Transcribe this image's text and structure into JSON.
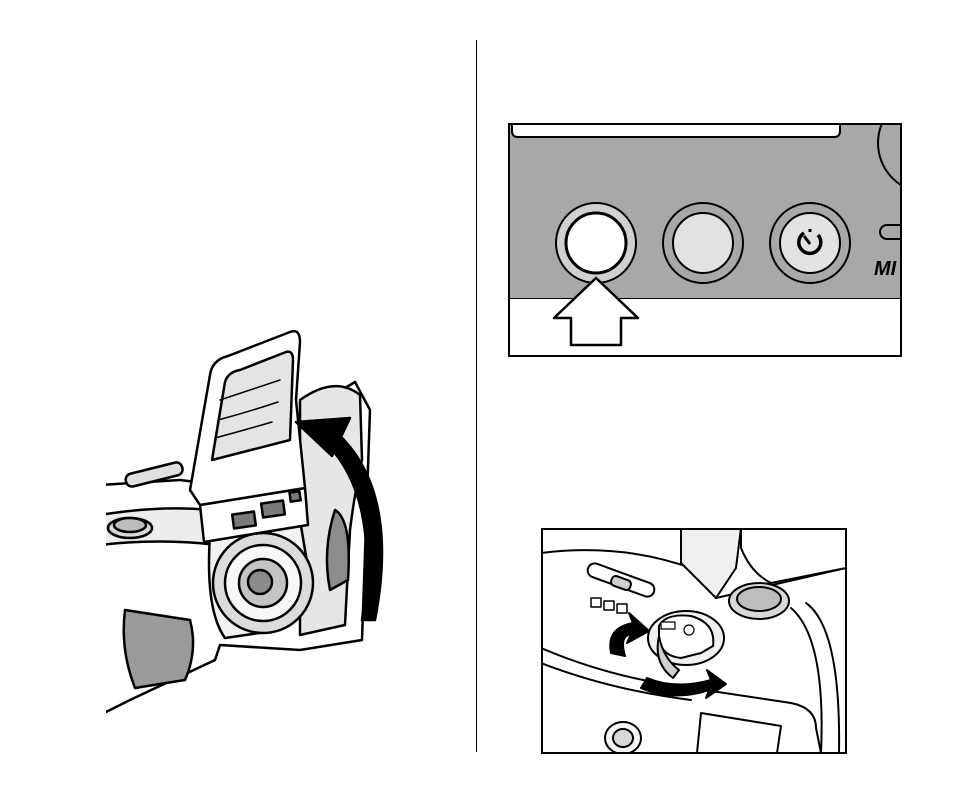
{
  "page": {
    "background": "#ffffff",
    "ink": "#000000",
    "panel_gray": "#a8a8a8",
    "button_gray": "#d0d0d0"
  },
  "button_panel": {
    "mode_label": "MI",
    "buttons": [
      {
        "name": "flash-button",
        "icon": "blank"
      },
      {
        "name": "second-button",
        "icon": "blank"
      },
      {
        "name": "self-timer-button",
        "icon": "self-timer-icon"
      }
    ],
    "pointer": "up-arrow-icon"
  },
  "left_illustration": {
    "subject": "camera-with-flash-popup",
    "arrow": "curved-arrow-icon"
  },
  "bottom_illustration": {
    "subject": "camera-top-dial",
    "arrows": [
      "rotate-arrow-icon",
      "rotate-arrow-icon"
    ]
  }
}
